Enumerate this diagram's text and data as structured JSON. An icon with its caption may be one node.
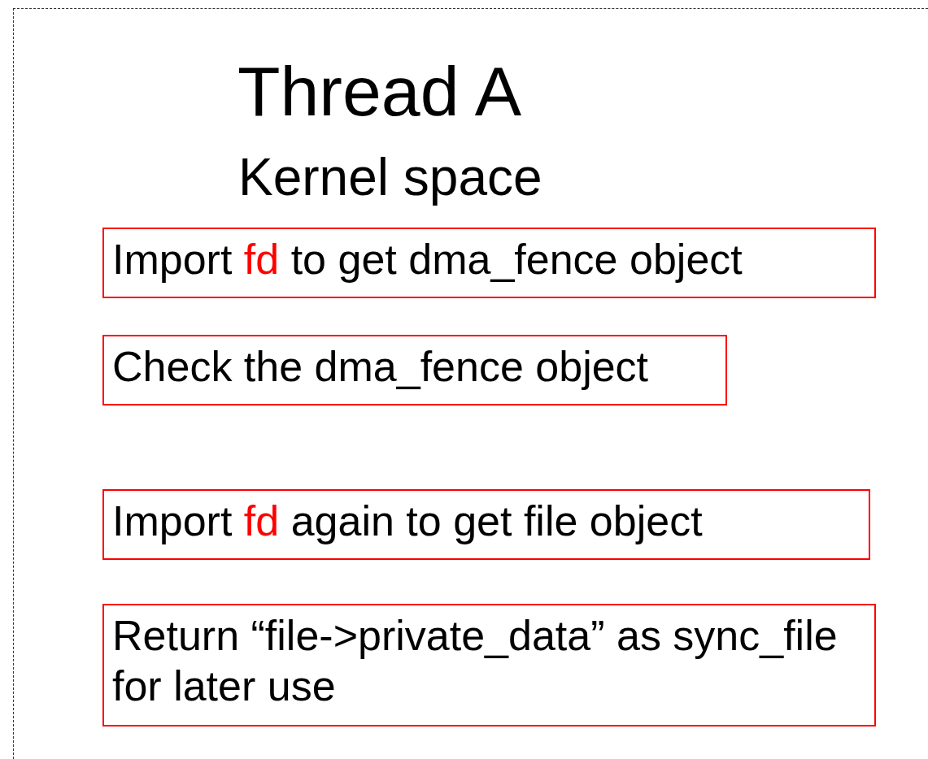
{
  "diagram": {
    "nodes": [
      {
        "text": [
          "Thread A",
          "Kernel space"
        ]
      },
      {
        "text": [
          "Import fd to get dma_fence object"
        ],
        "in": 0
      },
      {
        "text": [
          "Check the dma_fence object"
        ],
        "in": 0
      },
      {
        "text": [
          "Import fd again to get file object"
        ],
        "in": 0
      },
      {
        "text": [
          "Return “file->private_data” as sync_file for later use"
        ],
        "in": 0
      }
    ]
  }
}
